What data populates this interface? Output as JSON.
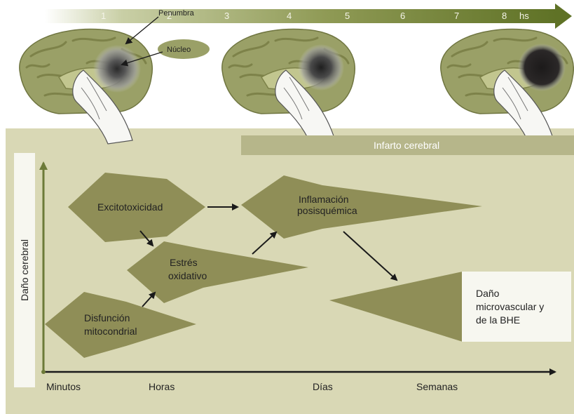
{
  "timeline": {
    "hours": [
      "1",
      "2",
      "3",
      "4",
      "5",
      "6",
      "7",
      "8"
    ],
    "unit": "hs"
  },
  "brain_labels": {
    "penumbra": "Penumbra",
    "nucleo": "Núcleo"
  },
  "infarct_bar": "Infarto cerebral",
  "y_axis_label": "Daño cerebral",
  "x_axis": {
    "ticks": [
      "Minutos",
      "Horas",
      "Días",
      "Semanas"
    ]
  },
  "processes": {
    "excitotoxicidad": "Excitotoxicidad",
    "estres": [
      "Estrés",
      "oxidativo"
    ],
    "disfuncion": [
      "Disfunción",
      "mitocondrial"
    ],
    "inflamacion": [
      "Inflamación",
      "posisquémica"
    ],
    "dano": [
      "Daño",
      "microvascular y",
      "de la BHE"
    ]
  },
  "colors": {
    "panel_bg": "#d9d8b5",
    "shape_fill": "#8f8e57",
    "arrow_green": "#6c7a38",
    "brain": "#9aa067",
    "brain_fold": "#7d8249",
    "hand": "#f7f7f4",
    "label_box": "#f7f7f0"
  }
}
